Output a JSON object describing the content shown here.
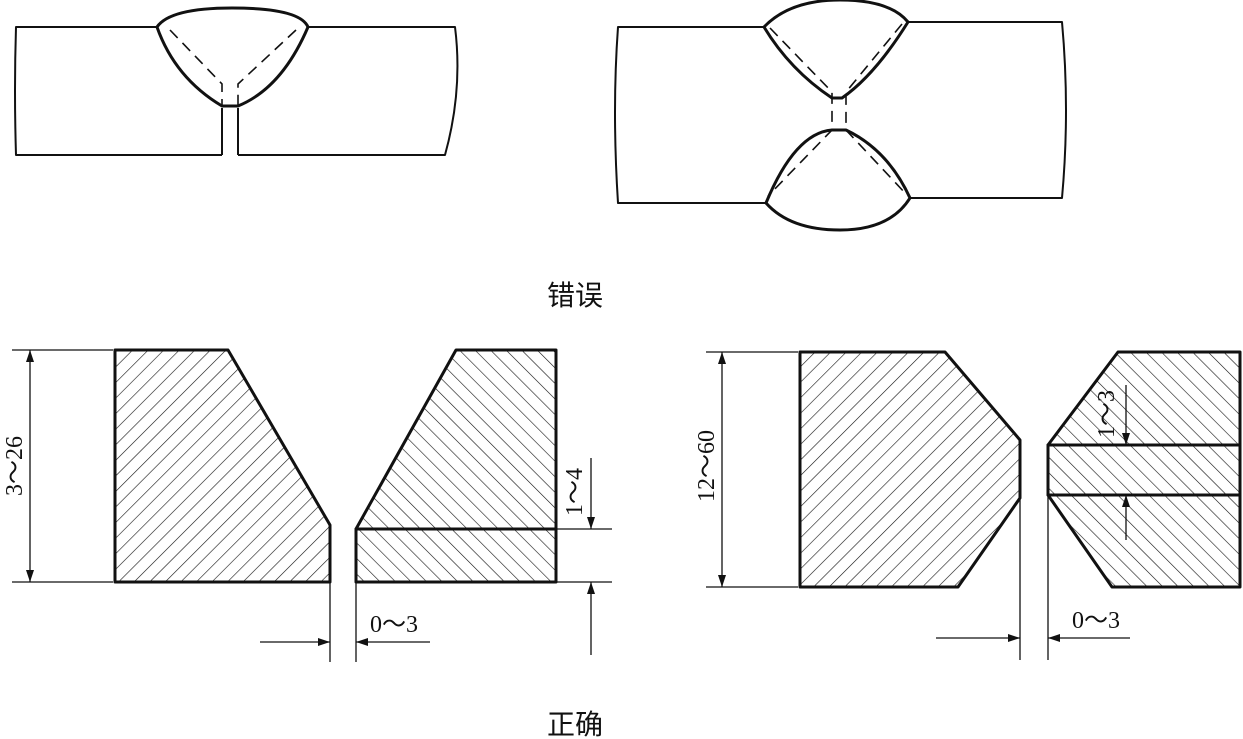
{
  "captions": {
    "wrong": "错误",
    "correct": "正确"
  },
  "dimensions": {
    "left_thickness": "3～26",
    "left_root_face": "1～4",
    "left_gap": "0～3",
    "right_thickness": "12～60",
    "right_root_face": "1～3",
    "right_gap": "0～3"
  }
}
